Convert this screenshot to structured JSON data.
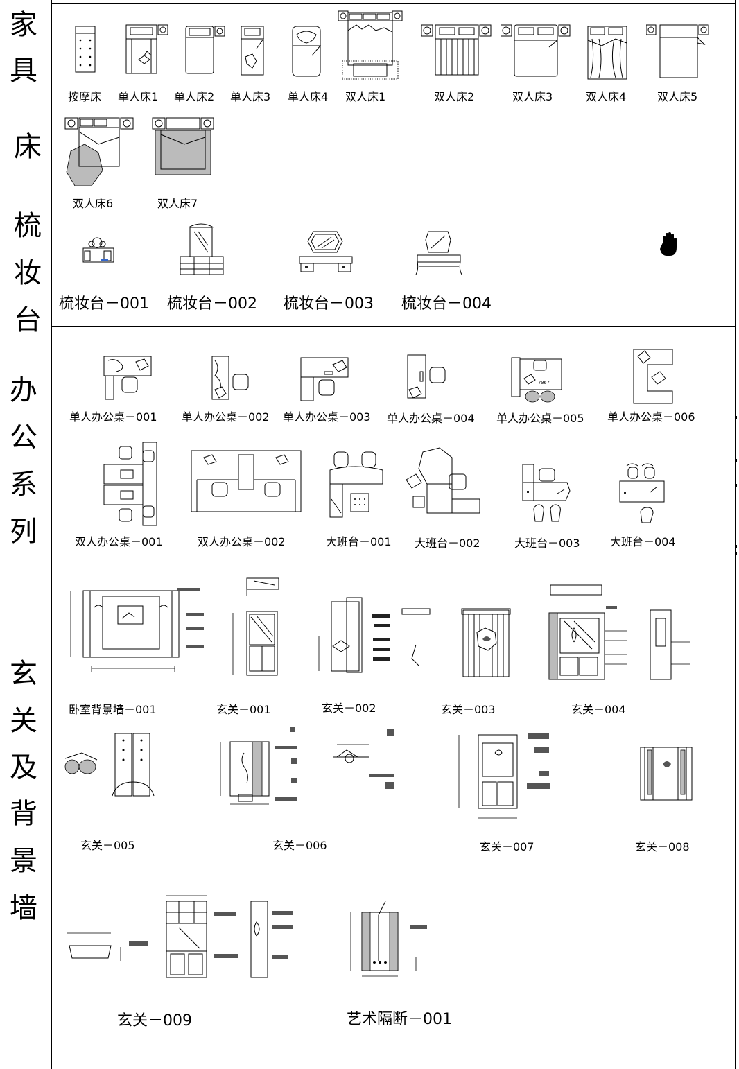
{
  "sidebar": {
    "groups": [
      {
        "chars": [
          "家",
          "具"
        ]
      },
      {
        "chars": [
          "床"
        ]
      },
      {
        "chars": [
          "梳",
          "妆",
          "台"
        ]
      },
      {
        "chars": [
          "办",
          "公",
          "系",
          "列"
        ]
      },
      {
        "chars": [
          "玄",
          "关",
          "及",
          "背",
          "景",
          "墙"
        ]
      }
    ]
  },
  "beds": {
    "labels": [
      "按摩床",
      "单人床1",
      "单人床2",
      "单人床3",
      "单人床4",
      "双人床1",
      "双人床2",
      "双人床3",
      "双人床4",
      "双人床5",
      "双人床6",
      "双人床7"
    ]
  },
  "dressers": {
    "labels": [
      "梳妆台－001",
      "梳妆台－002",
      "梳妆台－003",
      "梳妆台－004"
    ]
  },
  "office": {
    "labels": [
      "单人办公桌－001",
      "单人办公桌－002",
      "单人办公桌－003",
      "单人办公桌－004",
      "单人办公桌－005",
      "单人办公桌－006",
      "双人办公桌－001",
      "双人办公桌－002",
      "大班台－001",
      "大班台－002",
      "大班台－003",
      "大班台－004"
    ]
  },
  "entrance": {
    "labels": [
      "卧室背景墙－001",
      "玄关－001",
      "玄关－002",
      "玄关－003",
      "玄关－004",
      "玄关－005",
      "玄关－006",
      "玄关－007",
      "玄关－008",
      "玄关－009",
      "艺术隔断－001"
    ]
  }
}
